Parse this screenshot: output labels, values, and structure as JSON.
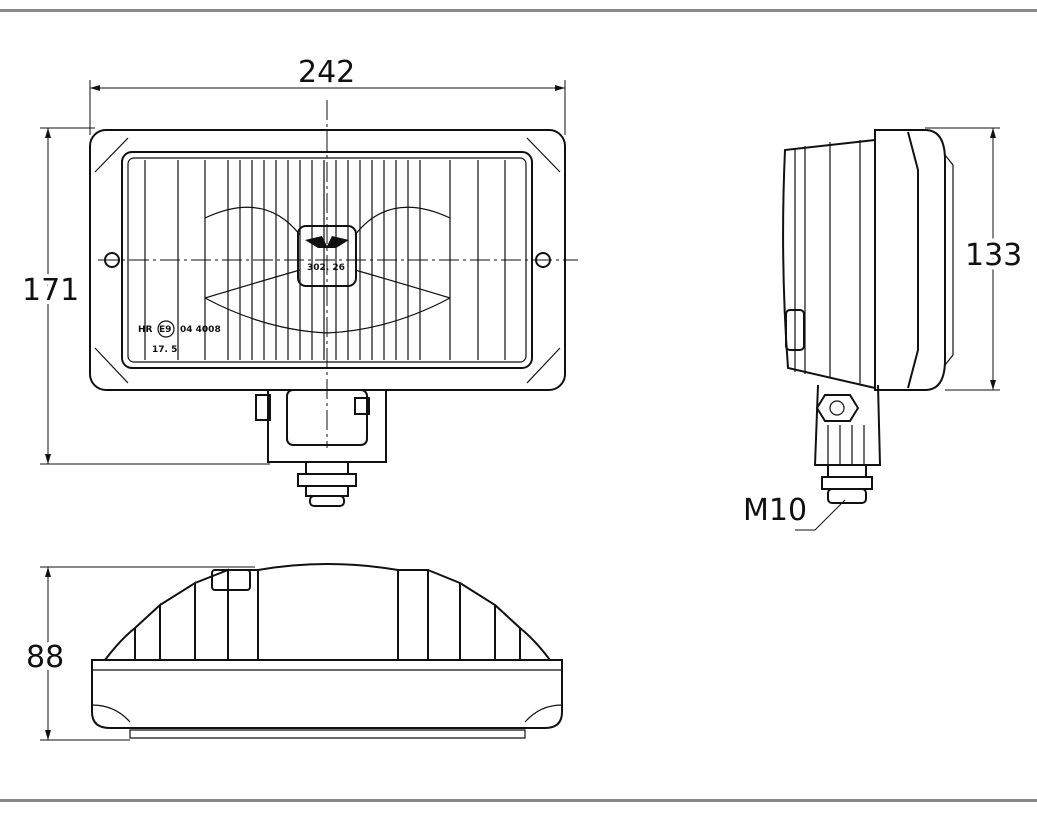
{
  "dimensions": {
    "width": "242",
    "height_front": "171",
    "height_side": "133",
    "depth": "88",
    "thread": "M10"
  },
  "lens_markings": {
    "approval_prefix": "HR",
    "approval_mark": "E9",
    "approval_number": "04 4008",
    "reference": "17. 5",
    "badge_number": "302. 26"
  },
  "colors": {
    "rule": "#8a8a8a",
    "line": "#111111"
  }
}
